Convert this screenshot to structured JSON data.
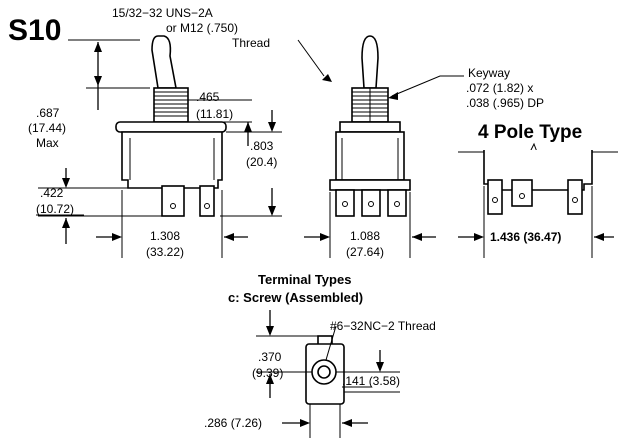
{
  "title": "S10",
  "labels": {
    "thread_line1": "15/32−32 UNS−2A",
    "thread_line2": "or M12 (.750)",
    "thread_line3": "Thread",
    "dim_687": ".687",
    "dim_1744": "(17.44)",
    "dim_max": "Max",
    "dim_465": ".465",
    "dim_1181": "(11.81)",
    "dim_803": ".803",
    "dim_204": "(20.4)",
    "dim_422": ".422",
    "dim_1072": "(10.72)",
    "dim_1308": "1.308",
    "dim_3322": "(33.22)",
    "dim_1088": "1.088",
    "dim_2764": "(27.64)",
    "keyway_line1": "Keyway",
    "keyway_line2": ".072 (1.82) x",
    "keyway_line3": ".038 (.965) DP",
    "four_pole": "4 Pole Type",
    "dim_1436": "1.436 (36.47)",
    "terminal_types": "Terminal Types",
    "screw_assembled": "c:  Screw (Assembled)",
    "screw_thread": "#6−32NC−2 Thread",
    "dim_370": ".370",
    "dim_939": "(9.39)",
    "dim_141": ".141 (3.58)",
    "dim_286": ".286 (7.26)"
  }
}
